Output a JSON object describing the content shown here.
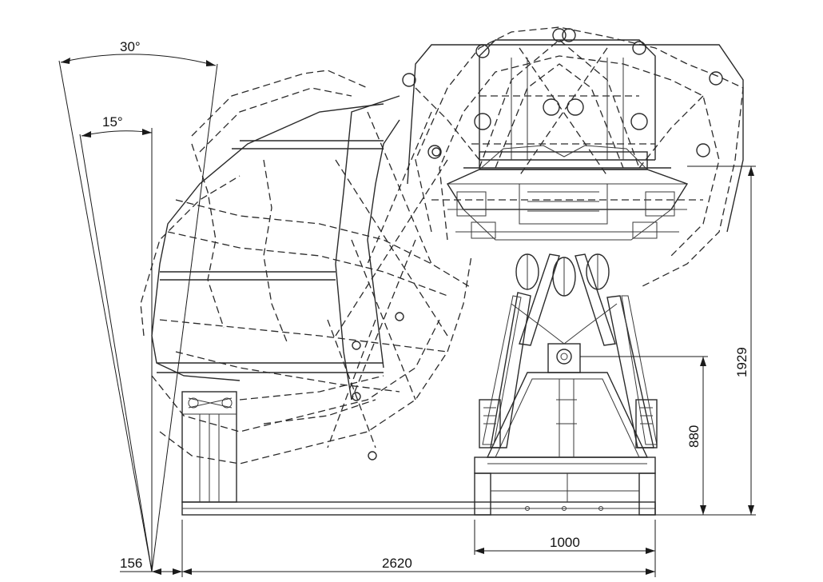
{
  "dimensions": {
    "angle_outer": "30°",
    "angle_inner": "15°",
    "offset_left": "156",
    "overall_length": "2620",
    "base_width": "1000",
    "pivot_height": "880",
    "overall_height": "1929"
  },
  "colors": {
    "line": "#2a2a2a",
    "background": "#ffffff"
  }
}
